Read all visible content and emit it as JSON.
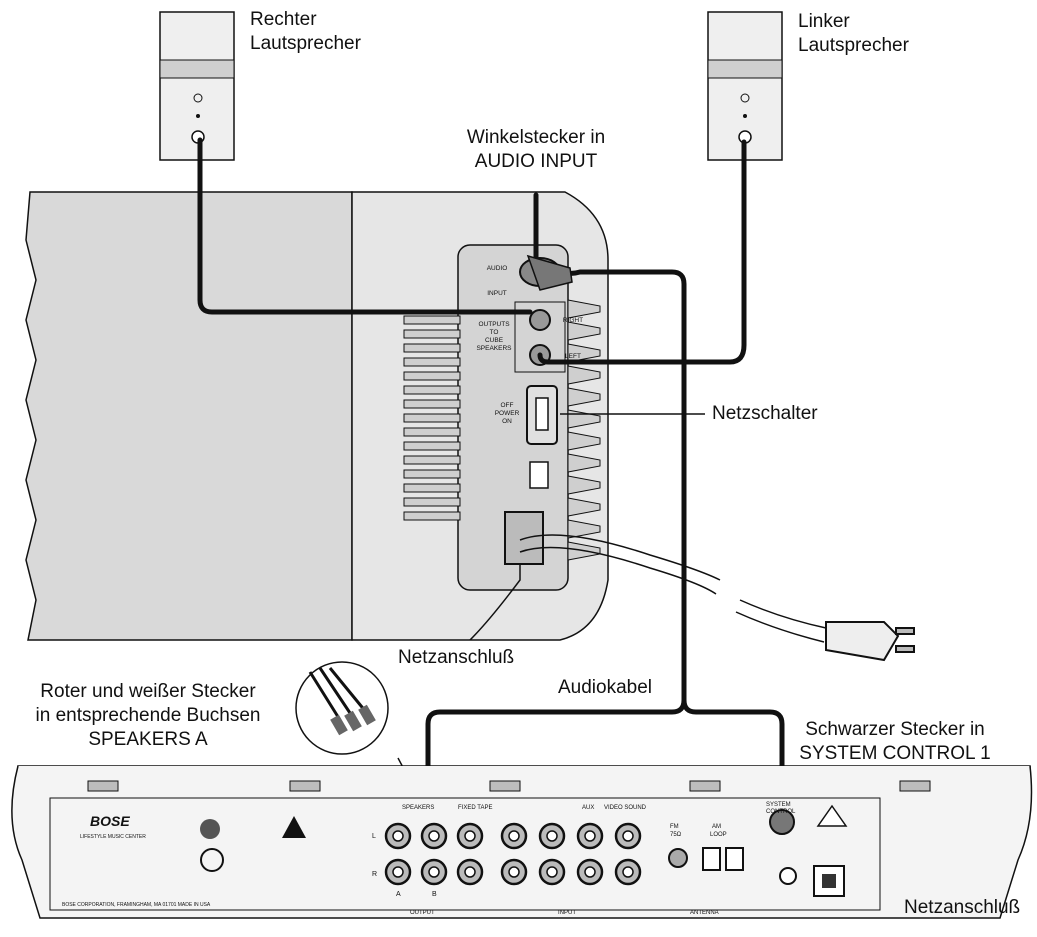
{
  "labels": {
    "right_speaker": [
      "Rechter",
      "Lautsprecher"
    ],
    "left_speaker": [
      "Linker",
      "Lautsprecher"
    ],
    "angle_plug": [
      "Winkelstecker in",
      "AUDIO INPUT"
    ],
    "power_switch": "Netzschalter",
    "power_socket_top": "Netzanschluß",
    "red_white_plug": [
      "Roter und weißer Stecker",
      "in entsprechende Buchsen",
      "SPEAKERS A"
    ],
    "audio_cable": "Audiokabel",
    "black_plug": [
      "Schwarzer Stecker in",
      "SYSTEM CONTROL 1"
    ],
    "power_socket_bottom": "Netzanschluß"
  },
  "panel_text": {
    "audio_input": [
      "AUDIO",
      "INPUT"
    ],
    "outputs": [
      "OUTPUTS",
      "TO",
      "CUBE",
      "SPEAKERS"
    ],
    "right": "RIGHT",
    "left": "LEFT",
    "power": [
      "OFF",
      "POWER",
      "ON"
    ]
  },
  "console_text": {
    "brand": "BOSE",
    "brand_sub": "LIFESTYLE MUSIC CENTER",
    "speakers": "SPEAKERS",
    "fixed_tape": "FIXED TAPE",
    "aux": "AUX",
    "video_sound": "VIDEO SOUND",
    "fm": [
      "FM",
      "75Ω"
    ],
    "am_loop": [
      "AM",
      "LOOP"
    ],
    "system_control": [
      "SYSTEM",
      "CONTROL"
    ],
    "output": "OUTPUT",
    "input": "INPUT",
    "antenna": "ANTENNA",
    "col_a": "A",
    "col_b": "B",
    "row_l": "L",
    "row_r": "R",
    "footer": "BOSE CORPORATION, FRAMINGHAM, MA 01701 MADE IN USA"
  },
  "colors": {
    "line": "#111111",
    "panel": "#d8d8d8",
    "panel_dark": "#bfbfbf",
    "bg": "#ffffff"
  }
}
